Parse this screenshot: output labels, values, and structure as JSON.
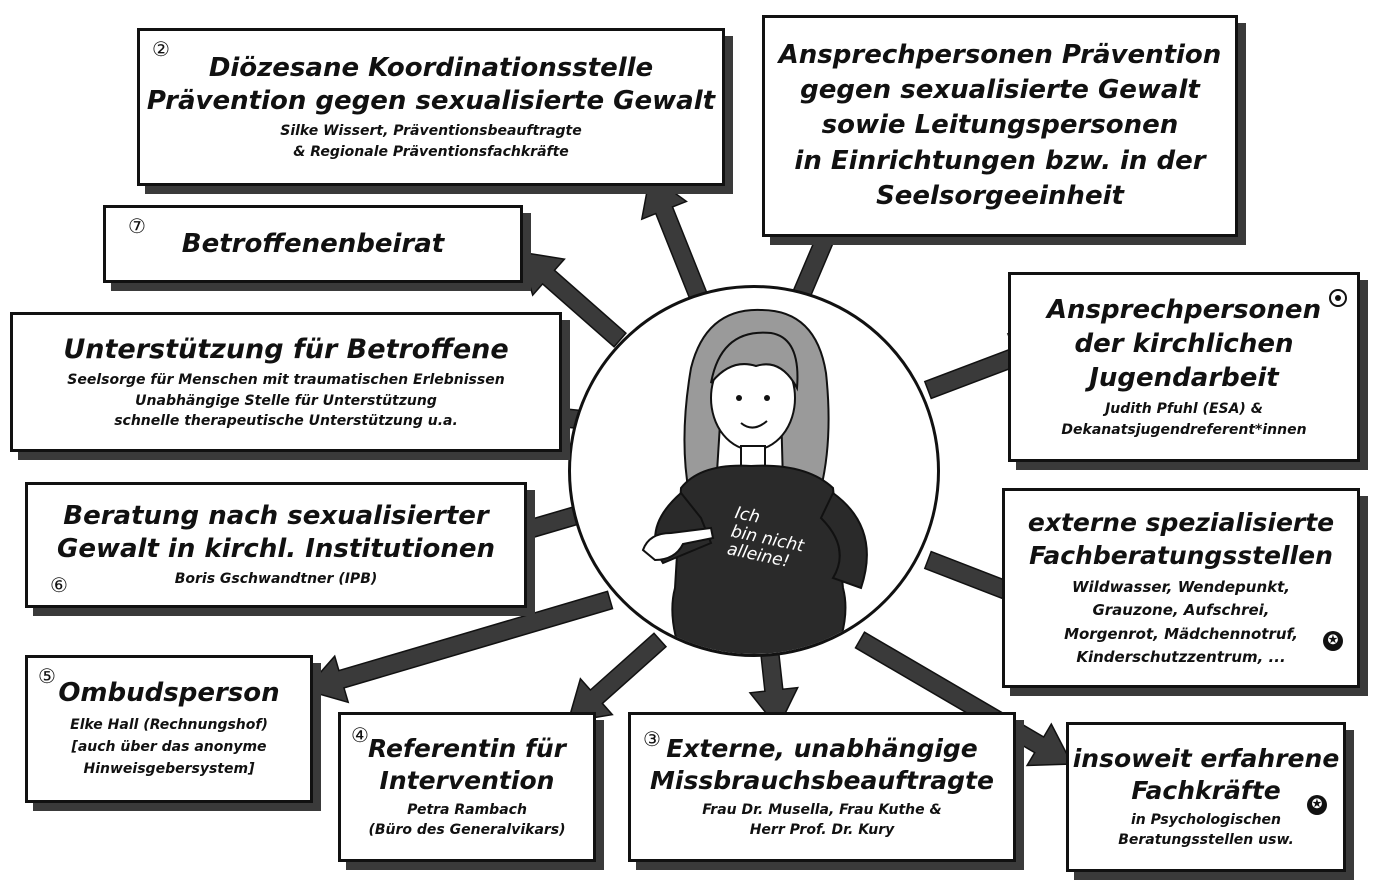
{
  "center": {
    "shirt_lines": [
      "Ich",
      "bin nicht",
      "alleine!"
    ]
  },
  "boxes": {
    "koordination": {
      "marker": "②",
      "title_lines": [
        "Diözesane Koordinationsstelle",
        "Prävention gegen sexualisierte Gewalt"
      ],
      "sub_lines": [
        "Silke Wissert, Präventionsbeauftragte",
        "& Regionale Präventionsfachkräfte"
      ]
    },
    "ansprech_praevention": {
      "title_lines": [
        "Ansprechpersonen Prävention",
        "gegen sexualisierte Gewalt",
        "sowie Leitungspersonen",
        "in Einrichtungen bzw. in der",
        "Seelsorgeeinheit"
      ]
    },
    "betroffenenbeirat": {
      "marker": "⑦",
      "title": "Betroffenenbeirat"
    },
    "unterstuetzung": {
      "title": "Unterstützung für Betroffene",
      "sub_lines": [
        "Seelsorge für Menschen mit traumatischen Erlebnissen",
        "Unabhängige Stelle für Unterstützung",
        "schnelle therapeutische Unterstützung u.a."
      ]
    },
    "jugendarbeit": {
      "marker_icon": "circled-dot-icon",
      "title_lines": [
        "Ansprechpersonen",
        "der kirchlichen",
        "Jugendarbeit"
      ],
      "sub_lines": [
        "Judith Pfuhl (ESA) &",
        "Dekanatsjugendreferent*innen"
      ]
    },
    "beratung": {
      "marker": "⑥",
      "title_lines": [
        "Beratung nach sexualisierter",
        "Gewalt in kirchl. Institutionen"
      ],
      "sub": "Boris Gschwandtner (IPB)"
    },
    "externe_fach": {
      "marker_icon": "star-icon",
      "title_lines": [
        "externe spezialisierte",
        "Fachberatungsstellen"
      ],
      "sub_lines": [
        "Wildwasser, Wendepunkt,",
        "Grauzone, Aufschrei,",
        "Morgenrot, Mädchennotruf,",
        "Kinderschutzzentrum, ..."
      ]
    },
    "ombud": {
      "marker": "⑤",
      "title": "Ombudsperson",
      "sub_lines": [
        "Elke Hall (Rechnungshof)",
        "[auch über das anonyme",
        "Hinweisgebersystem]"
      ]
    },
    "referentin": {
      "marker": "④",
      "title_lines": [
        "Referentin für",
        "Intervention"
      ],
      "sub_lines": [
        "Petra Rambach",
        "(Büro des Generalvikars)"
      ]
    },
    "missbrauch": {
      "marker": "③",
      "title_lines": [
        "Externe, unabhängige",
        "Missbrauchsbeauftragte"
      ],
      "sub_lines": [
        "Frau Dr. Musella, Frau Kuthe &",
        "Herr Prof. Dr. Kury"
      ]
    },
    "insoweit": {
      "marker_icon": "star-icon",
      "title_lines": [
        "insoweit erfahrene",
        "Fachkräfte"
      ],
      "sub_lines": [
        "in Psychologischen",
        "Beratungsstellen usw."
      ]
    }
  },
  "colors": {
    "arrow": "#3a3a3a",
    "ink": "#111111",
    "shirt": "#2a2a2a",
    "hair": "#9a9a9a"
  }
}
